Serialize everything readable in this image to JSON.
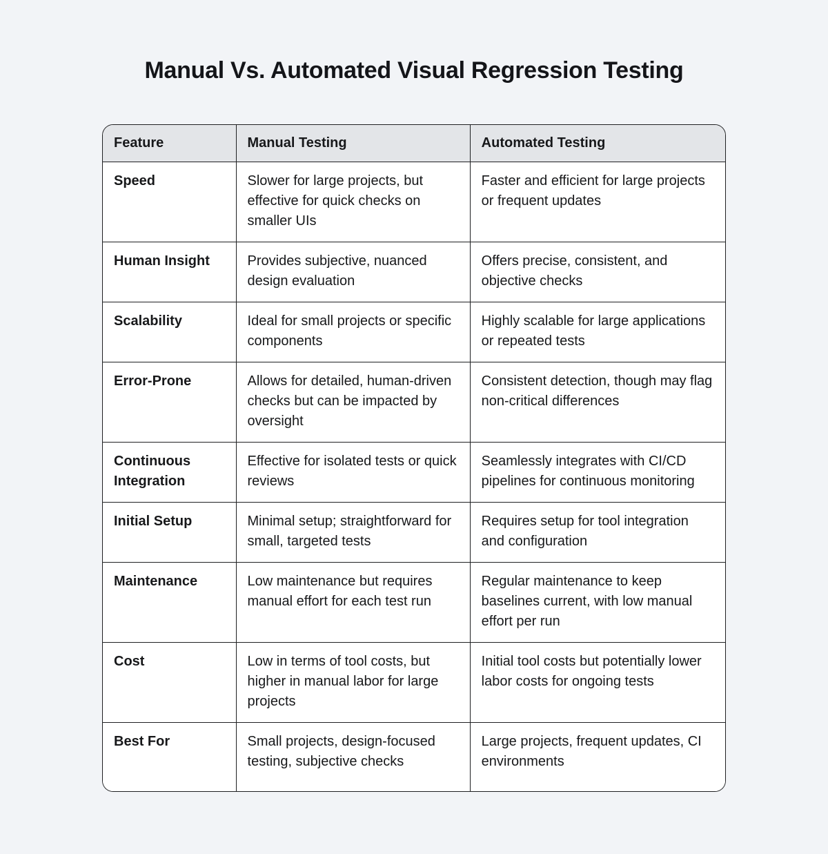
{
  "page": {
    "title": "Manual Vs. Automated Visual Regression Testing"
  },
  "colors": {
    "page_background": "#f2f4f7",
    "header_background": "#e3e5e8",
    "cell_background": "#ffffff",
    "border": "#1e1f21",
    "text": "#17181a"
  },
  "table": {
    "headers": [
      "Feature",
      "Manual Testing",
      "Automated Testing"
    ],
    "rows": [
      {
        "feature": "Speed",
        "manual": "Slower for large projects, but effective for quick checks on smaller UIs",
        "automated": "Faster and efficient for large projects or frequent updates"
      },
      {
        "feature": "Human Insight",
        "manual": "Provides subjective, nuanced design evaluation",
        "automated": "Offers precise, consistent, and objective checks"
      },
      {
        "feature": "Scalability",
        "manual": "Ideal for small projects or specific components",
        "automated": "Highly scalable for large applications or repeated tests"
      },
      {
        "feature": "Error-Prone",
        "manual": "Allows for detailed, human-driven checks but can be impacted by oversight",
        "automated": "Consistent detection, though may flag non-critical differences"
      },
      {
        "feature": "Continuous Integration",
        "manual": "Effective for isolated tests or quick reviews",
        "automated": "Seamlessly integrates with CI/CD pipelines for continuous monitoring"
      },
      {
        "feature": "Initial Setup",
        "manual": "Minimal setup; straightforward for small, targeted tests",
        "automated": "Requires setup for tool integration and configuration"
      },
      {
        "feature": "Maintenance",
        "manual": "Low maintenance but requires manual effort for each test run",
        "automated": "Regular maintenance to keep baselines current, with low manual effort per run"
      },
      {
        "feature": "Cost",
        "manual": "Low in terms of tool costs, but higher in manual labor for large projects",
        "automated": "Initial tool costs but potentially lower labor costs for ongoing tests"
      },
      {
        "feature": "Best For",
        "manual": "Small projects, design-focused testing, subjective checks",
        "automated": "Large projects, frequent updates, CI environments"
      }
    ]
  }
}
